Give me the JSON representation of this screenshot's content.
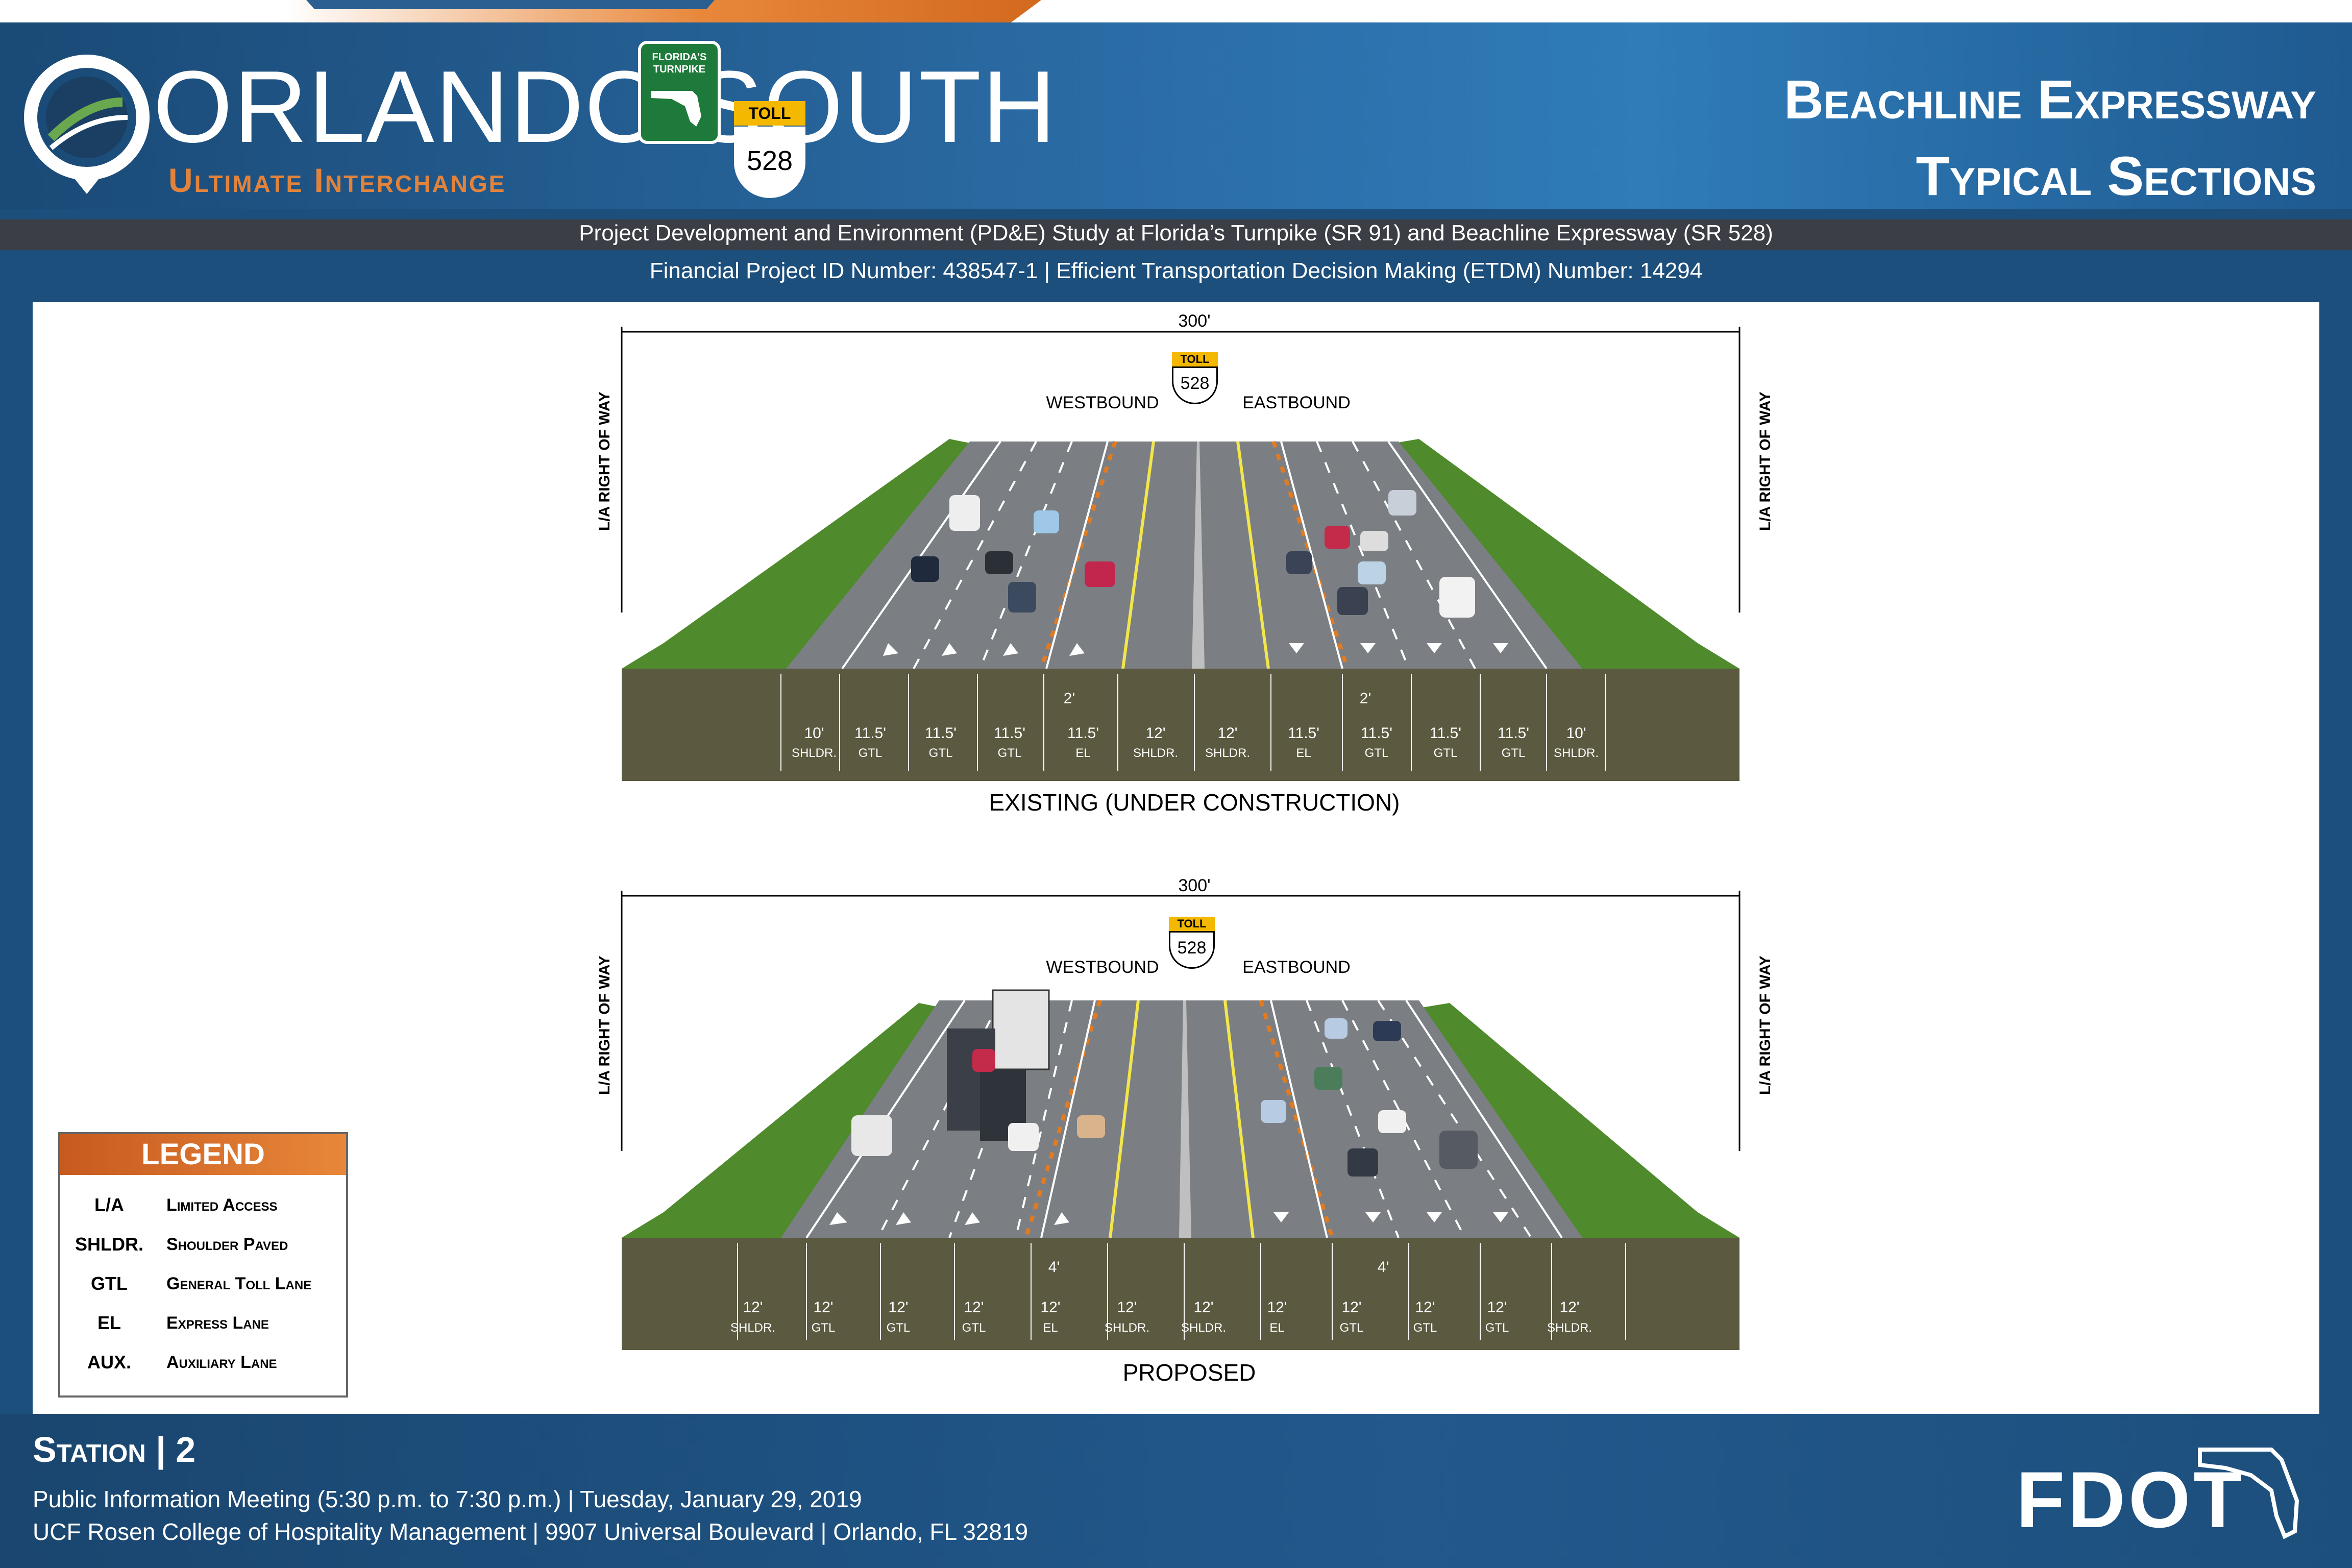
{
  "header": {
    "logo_title": "ORLANDO SOUTH",
    "logo_subtitle": "Ultimate Interchange",
    "turnpike_shield": "FLORIDA'S TURNPIKE",
    "toll_badge": "TOLL",
    "route_number": "528",
    "title_line1": "Beachline Expressway",
    "title_line2": "Typical Sections"
  },
  "project": {
    "line1": "Project Development and Environment (PD&E) Study at Florida’s Turnpike (SR 91) and Beachline Expressway (SR 528)",
    "line2": "Financial Project ID Number: 438547-1 |  Efficient Transportation Decision Making (ETDM) Number: 14294"
  },
  "sections": [
    {
      "caption": "EXISTING (UNDER CONSTRUCTION)",
      "total_width": "300'",
      "westbound": "WESTBOUND",
      "eastbound": "EASTBOUND",
      "row_left": "L/A RIGHT OF WAY",
      "row_right": "L/A RIGHT OF WAY",
      "buffer_left": "2'",
      "buffer_right": "2'",
      "lanes": [
        {
          "width": "10'",
          "type": "SHLDR."
        },
        {
          "width": "11.5'",
          "type": "GTL"
        },
        {
          "width": "11.5'",
          "type": "GTL"
        },
        {
          "width": "11.5'",
          "type": "GTL"
        },
        {
          "width": "11.5'",
          "type": "EL"
        },
        {
          "width": "12'",
          "type": "SHLDR."
        },
        {
          "width": "12'",
          "type": "SHLDR."
        },
        {
          "width": "11.5'",
          "type": "EL"
        },
        {
          "width": "11.5'",
          "type": "GTL"
        },
        {
          "width": "11.5'",
          "type": "GTL"
        },
        {
          "width": "11.5'",
          "type": "GTL"
        },
        {
          "width": "10'",
          "type": "SHLDR."
        }
      ]
    },
    {
      "caption": "PROPOSED",
      "total_width": "300'",
      "westbound": "WESTBOUND",
      "eastbound": "EASTBOUND",
      "row_left": "L/A RIGHT OF WAY",
      "row_right": "L/A RIGHT OF WAY",
      "buffer_left": "4'",
      "buffer_right": "4'",
      "lanes": [
        {
          "width": "12'",
          "type": "SHLDR."
        },
        {
          "width": "12'",
          "type": "GTL"
        },
        {
          "width": "12'",
          "type": "GTL"
        },
        {
          "width": "12'",
          "type": "GTL"
        },
        {
          "width": "12'",
          "type": "EL"
        },
        {
          "width": "12'",
          "type": "SHLDR."
        },
        {
          "width": "12'",
          "type": "SHLDR."
        },
        {
          "width": "12'",
          "type": "EL"
        },
        {
          "width": "12'",
          "type": "GTL"
        },
        {
          "width": "12'",
          "type": "GTL"
        },
        {
          "width": "12'",
          "type": "GTL"
        },
        {
          "width": "12'",
          "type": "SHLDR."
        }
      ]
    }
  ],
  "legend": {
    "title": "LEGEND",
    "items": [
      {
        "abbr": "L/A",
        "definition": "Limited Access"
      },
      {
        "abbr": "SHLDR.",
        "definition": "Shoulder Paved"
      },
      {
        "abbr": "GTL",
        "definition": "General Toll Lane"
      },
      {
        "abbr": "EL",
        "definition": "Express Lane"
      },
      {
        "abbr": "AUX.",
        "definition": "Auxiliary Lane"
      }
    ]
  },
  "footer": {
    "station": "Station | 2",
    "meeting_line1": "Public Information Meeting (5:30 p.m. to 7:30 p.m.) | Tuesday, January 29, 2019",
    "meeting_line2": "UCF Rosen College of Hospitality Management | 9907 Universal Boulevard | Orlando, FL 32819",
    "logo": "FDOT"
  },
  "colors": {
    "header_blue": "#2a6aa3",
    "accent_orange": "#e8873a",
    "grass": "#4e8a2c",
    "pavement": "#7b7f83",
    "soil": "#5b5a40"
  }
}
